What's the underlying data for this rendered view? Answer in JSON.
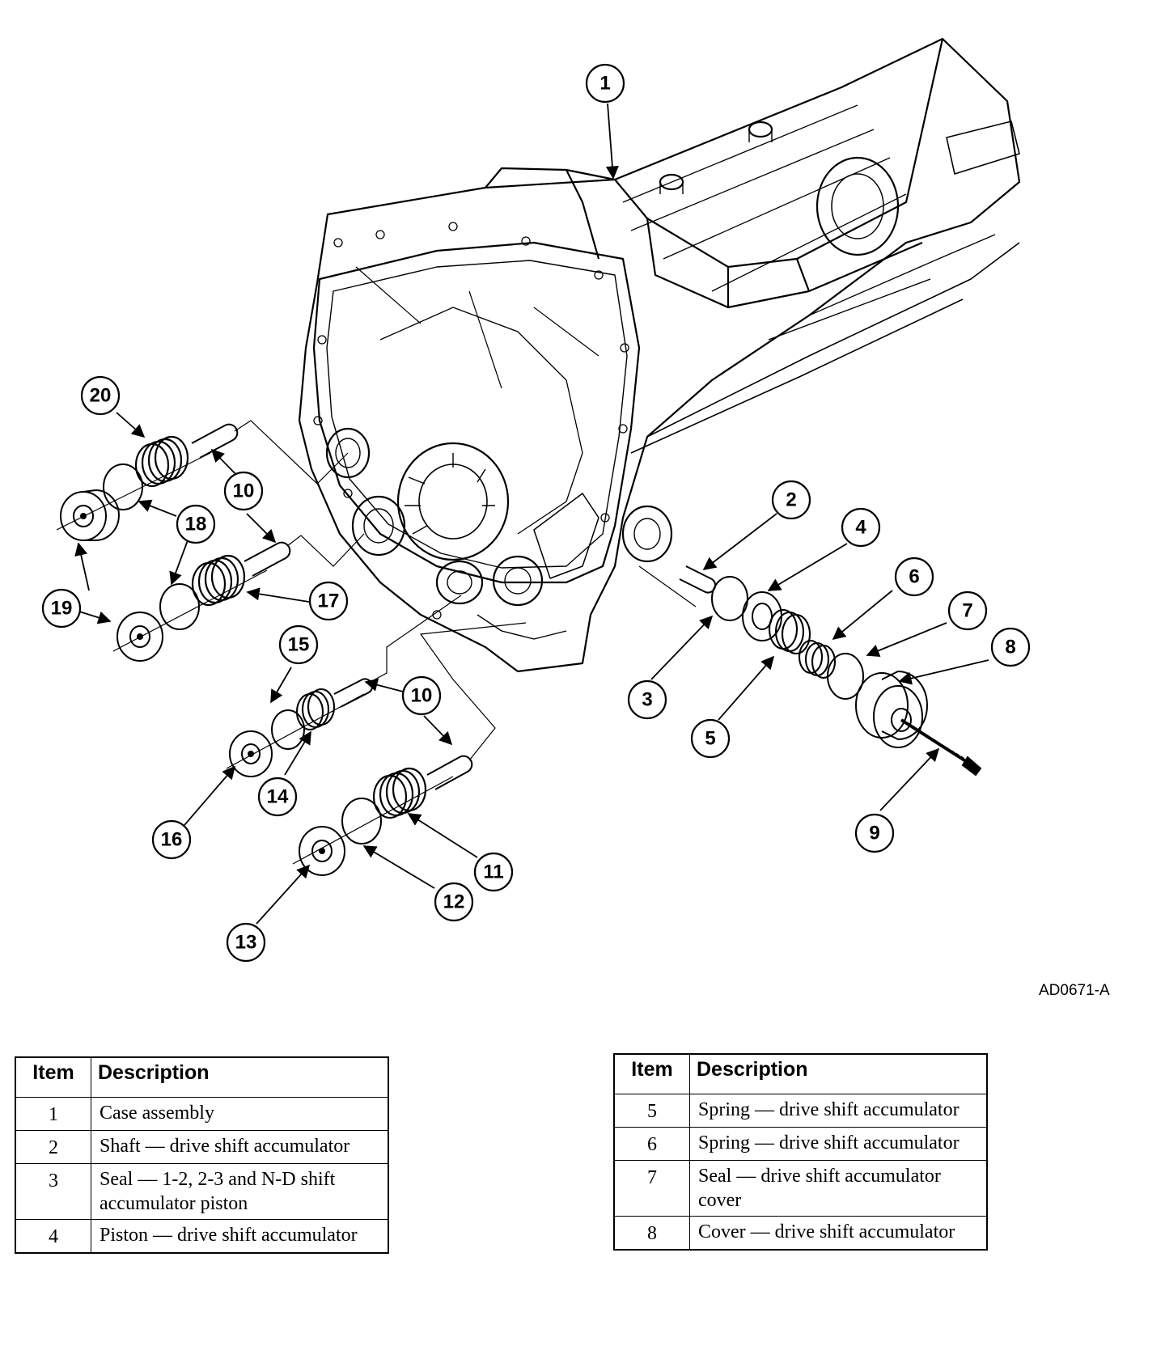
{
  "figure": {
    "id_label": "AD0671-A",
    "callouts": [
      "1",
      "2",
      "3",
      "4",
      "5",
      "6",
      "7",
      "8",
      "9",
      "10",
      "10",
      "10",
      "11",
      "12",
      "13",
      "14",
      "15",
      "16",
      "17",
      "18",
      "19",
      "20"
    ]
  },
  "tables": [
    {
      "headers": {
        "item": "Item",
        "description": "Description"
      },
      "rows": [
        {
          "item": "1",
          "description": "Case assembly"
        },
        {
          "item": "2",
          "description": "Shaft — drive shift accumulator"
        },
        {
          "item": "3",
          "description": "Seal — 1-2, 2-3 and N-D shift accumulator piston"
        },
        {
          "item": "4",
          "description": "Piston — drive shift accumulator"
        }
      ]
    },
    {
      "headers": {
        "item": "Item",
        "description": "Description"
      },
      "rows": [
        {
          "item": "5",
          "description": "Spring — drive shift accumulator"
        },
        {
          "item": "6",
          "description": "Spring — drive shift accumulator"
        },
        {
          "item": "7",
          "description": "Seal — drive shift accumulator cover"
        },
        {
          "item": "8",
          "description": "Cover — drive shift accumulator"
        }
      ]
    }
  ]
}
